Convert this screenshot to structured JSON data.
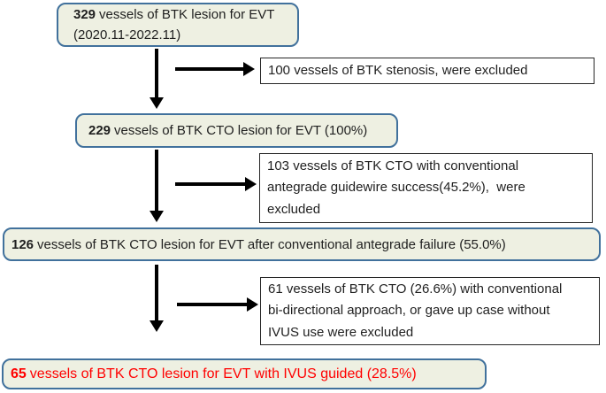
{
  "figure": {
    "type": "patient-flow-diagram",
    "colors": {
      "step_box_fill": "#eef0e2",
      "step_box_border": "#41719c",
      "exclusion_box_border": "#262626",
      "text": "#1f1f1f",
      "highlight_text": "#ff0000",
      "arrow": "#000000"
    },
    "steps": [
      {
        "count": "329",
        "label": "vessels of BTK lesion for EVT",
        "sublabel": "(2020.11-2022.11)"
      },
      {
        "count": "229",
        "label": "vessels of BTK CTO lesion for EVT (100%)"
      },
      {
        "count": "126",
        "label": "vessels of BTK CTO lesion for EVT after conventional antegrade failure (55.0%)"
      },
      {
        "count": "65",
        "label": "vessels of BTK CTO lesion for EVT with IVUS guided (28.5%)"
      }
    ],
    "exclusions": [
      {
        "lines": [
          "100 vessels of BTK stenosis, were excluded"
        ]
      },
      {
        "lines": [
          "103 vessels of BTK CTO with conventional",
          "antegrade guidewire success(45.2%),  were",
          "excluded"
        ]
      },
      {
        "lines": [
          "61 vessels of BTK CTO (26.6%) with conventional",
          "bi-directional approach, or gave up case without",
          "IVUS use were excluded"
        ]
      }
    ]
  }
}
